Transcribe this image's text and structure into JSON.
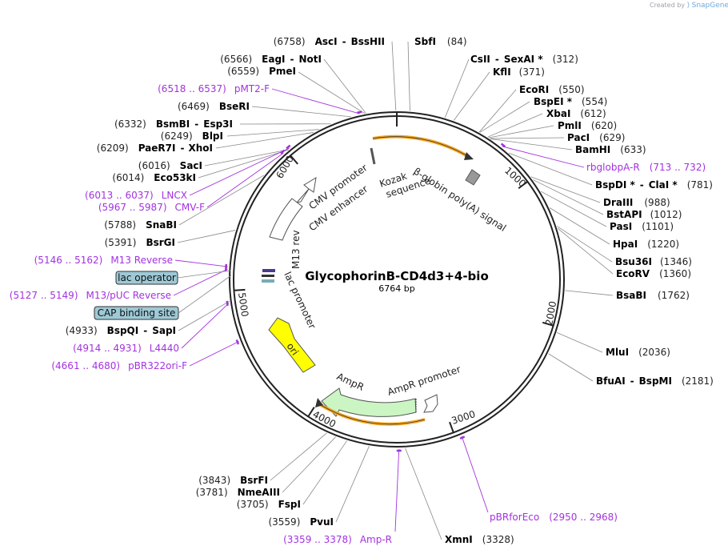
{
  "credit": {
    "text": "Created by",
    "brand": "SnapGene"
  },
  "plasmid": {
    "name": "GlycophorinB-CD4d3+4-bio",
    "length": 6764,
    "length_label": "6764 bp"
  },
  "tick_labels": [
    {
      "label": "1000",
      "pos": 1000
    },
    {
      "label": "2000",
      "pos": 2000
    },
    {
      "label": "3000",
      "pos": 3000
    },
    {
      "label": "4000",
      "pos": 4000
    },
    {
      "label": "5000",
      "pos": 5000
    },
    {
      "label": "6000",
      "pos": 6000
    }
  ],
  "enzymes_right": [
    {
      "name": "SbfI",
      "pos": "(84)",
      "site": 84
    },
    {
      "name": "CsII",
      "name2": "SexAI *",
      "pos": "(312)",
      "site": 312
    },
    {
      "name": "KflI",
      "pos": "(371)",
      "site": 371
    },
    {
      "name": "EcoRI",
      "pos": "(550)",
      "site": 550
    },
    {
      "name": "BspEI *",
      "pos": "(554)",
      "site": 554
    },
    {
      "name": "XbaI",
      "pos": "(612)",
      "site": 612
    },
    {
      "name": "PmlI",
      "pos": "(620)",
      "site": 620
    },
    {
      "name": "PacI",
      "pos": "(629)",
      "site": 629
    },
    {
      "name": "BamHI",
      "pos": "(633)",
      "site": 633
    },
    {
      "name": "BspDI *",
      "name2": "ClaI *",
      "pos": "(781)",
      "site": 781
    },
    {
      "name": "DraIII",
      "pos": "(988)",
      "site": 988
    },
    {
      "name": "BstAPI",
      "pos": "(1012)",
      "site": 1012
    },
    {
      "name": "PasI",
      "pos": "(1101)",
      "site": 1101
    },
    {
      "name": "HpaI",
      "pos": "(1220)",
      "site": 1220
    },
    {
      "name": "Bsu36I",
      "pos": "(1346)",
      "site": 1346
    },
    {
      "name": "EcoRV",
      "pos": "(1360)",
      "site": 1360
    },
    {
      "name": "BsaBI",
      "pos": "(1762)",
      "site": 1762
    },
    {
      "name": "MluI",
      "pos": "(2036)",
      "site": 2036
    },
    {
      "name": "BfuAI",
      "name2": "BspMI",
      "pos": "(2181)",
      "site": 2181
    },
    {
      "name": "XmnI",
      "pos": "(3328)",
      "site": 3328
    }
  ],
  "enzymes_left": [
    {
      "name": "AscI",
      "name2": "BssHII",
      "pos": "(6758)",
      "site": 6758
    },
    {
      "name": "EagI",
      "name2": "NotI",
      "pos": "(6566)",
      "site": 6566
    },
    {
      "name": "PmeI",
      "pos": "(6559)",
      "site": 6559
    },
    {
      "name": "BseRI",
      "pos": "(6469)",
      "site": 6469
    },
    {
      "name": "BsmBI",
      "name2": "Esp3I",
      "pos": "(6332)",
      "site": 6332
    },
    {
      "name": "BlpI",
      "pos": "(6249)",
      "site": 6249
    },
    {
      "name": "PaeR7I",
      "name2": "XhoI",
      "pos": "(6209)",
      "site": 6209
    },
    {
      "name": "SacI",
      "pos": "(6016)",
      "site": 6016
    },
    {
      "name": "Eco53kI",
      "pos": "(6014)",
      "site": 6014
    },
    {
      "name": "SnaBI",
      "pos": "(5788)",
      "site": 5788
    },
    {
      "name": "BsrGI",
      "pos": "(5391)",
      "site": 5391
    },
    {
      "name": "BspQI",
      "name2": "SapI",
      "pos": "(4933)",
      "site": 4933
    },
    {
      "name": "BsrFI",
      "pos": "(3843)",
      "site": 3843
    },
    {
      "name": "NmeAIII",
      "pos": "(3781)",
      "site": 3781
    },
    {
      "name": "FspI",
      "pos": "(3705)",
      "site": 3705
    },
    {
      "name": "PvuI",
      "pos": "(3559)",
      "site": 3559
    }
  ],
  "primers": [
    {
      "name": "pMT2-F",
      "range": "(6518 .. 6537)",
      "site": 6527
    },
    {
      "name": "rbglobpA-R",
      "range": "(713 .. 732)",
      "site": 722
    },
    {
      "name": "LNCX",
      "range": "(6013 .. 6037)",
      "site": 6025
    },
    {
      "name": "CMV-F",
      "range": "(5967 .. 5987)",
      "site": 5977
    },
    {
      "name": "M13 Reverse",
      "range": "(5146 .. 5162)",
      "site": 5154
    },
    {
      "name": "M13/pUC Reverse",
      "range": "(5127 .. 5149)",
      "site": 5138
    },
    {
      "name": "L4440",
      "range": "(4914 .. 4931)",
      "site": 4922
    },
    {
      "name": "pBR322ori-F",
      "range": "(4661 .. 4680)",
      "site": 4670
    },
    {
      "name": "pBRforEco",
      "range": "(2950 .. 2968)",
      "site": 2959
    },
    {
      "name": "Amp-R",
      "range": "(3359 .. 3378)",
      "site": 3368
    }
  ],
  "boxed_features": [
    {
      "name": "lac operator"
    },
    {
      "name": "CAP binding site"
    }
  ],
  "features": [
    {
      "name": "CMV promoter"
    },
    {
      "name": "CMV enhancer"
    },
    {
      "name": "Kozak sequence"
    },
    {
      "name": "β-globin poly(A) signal"
    },
    {
      "name": "M13 rev"
    },
    {
      "name": "lac promoter"
    },
    {
      "name": "ori"
    },
    {
      "name": "AmpR"
    },
    {
      "name": "AmpR promoter"
    }
  ],
  "colors": {
    "backbone": "#222222",
    "primer": "#a332e0",
    "cmv": "#ffffff",
    "ori": "#ffff00",
    "ampr": "#ccf5c4",
    "orange_bar": "#f5a623",
    "polyA": "#999999",
    "box_fill": "#9ec9d6"
  }
}
